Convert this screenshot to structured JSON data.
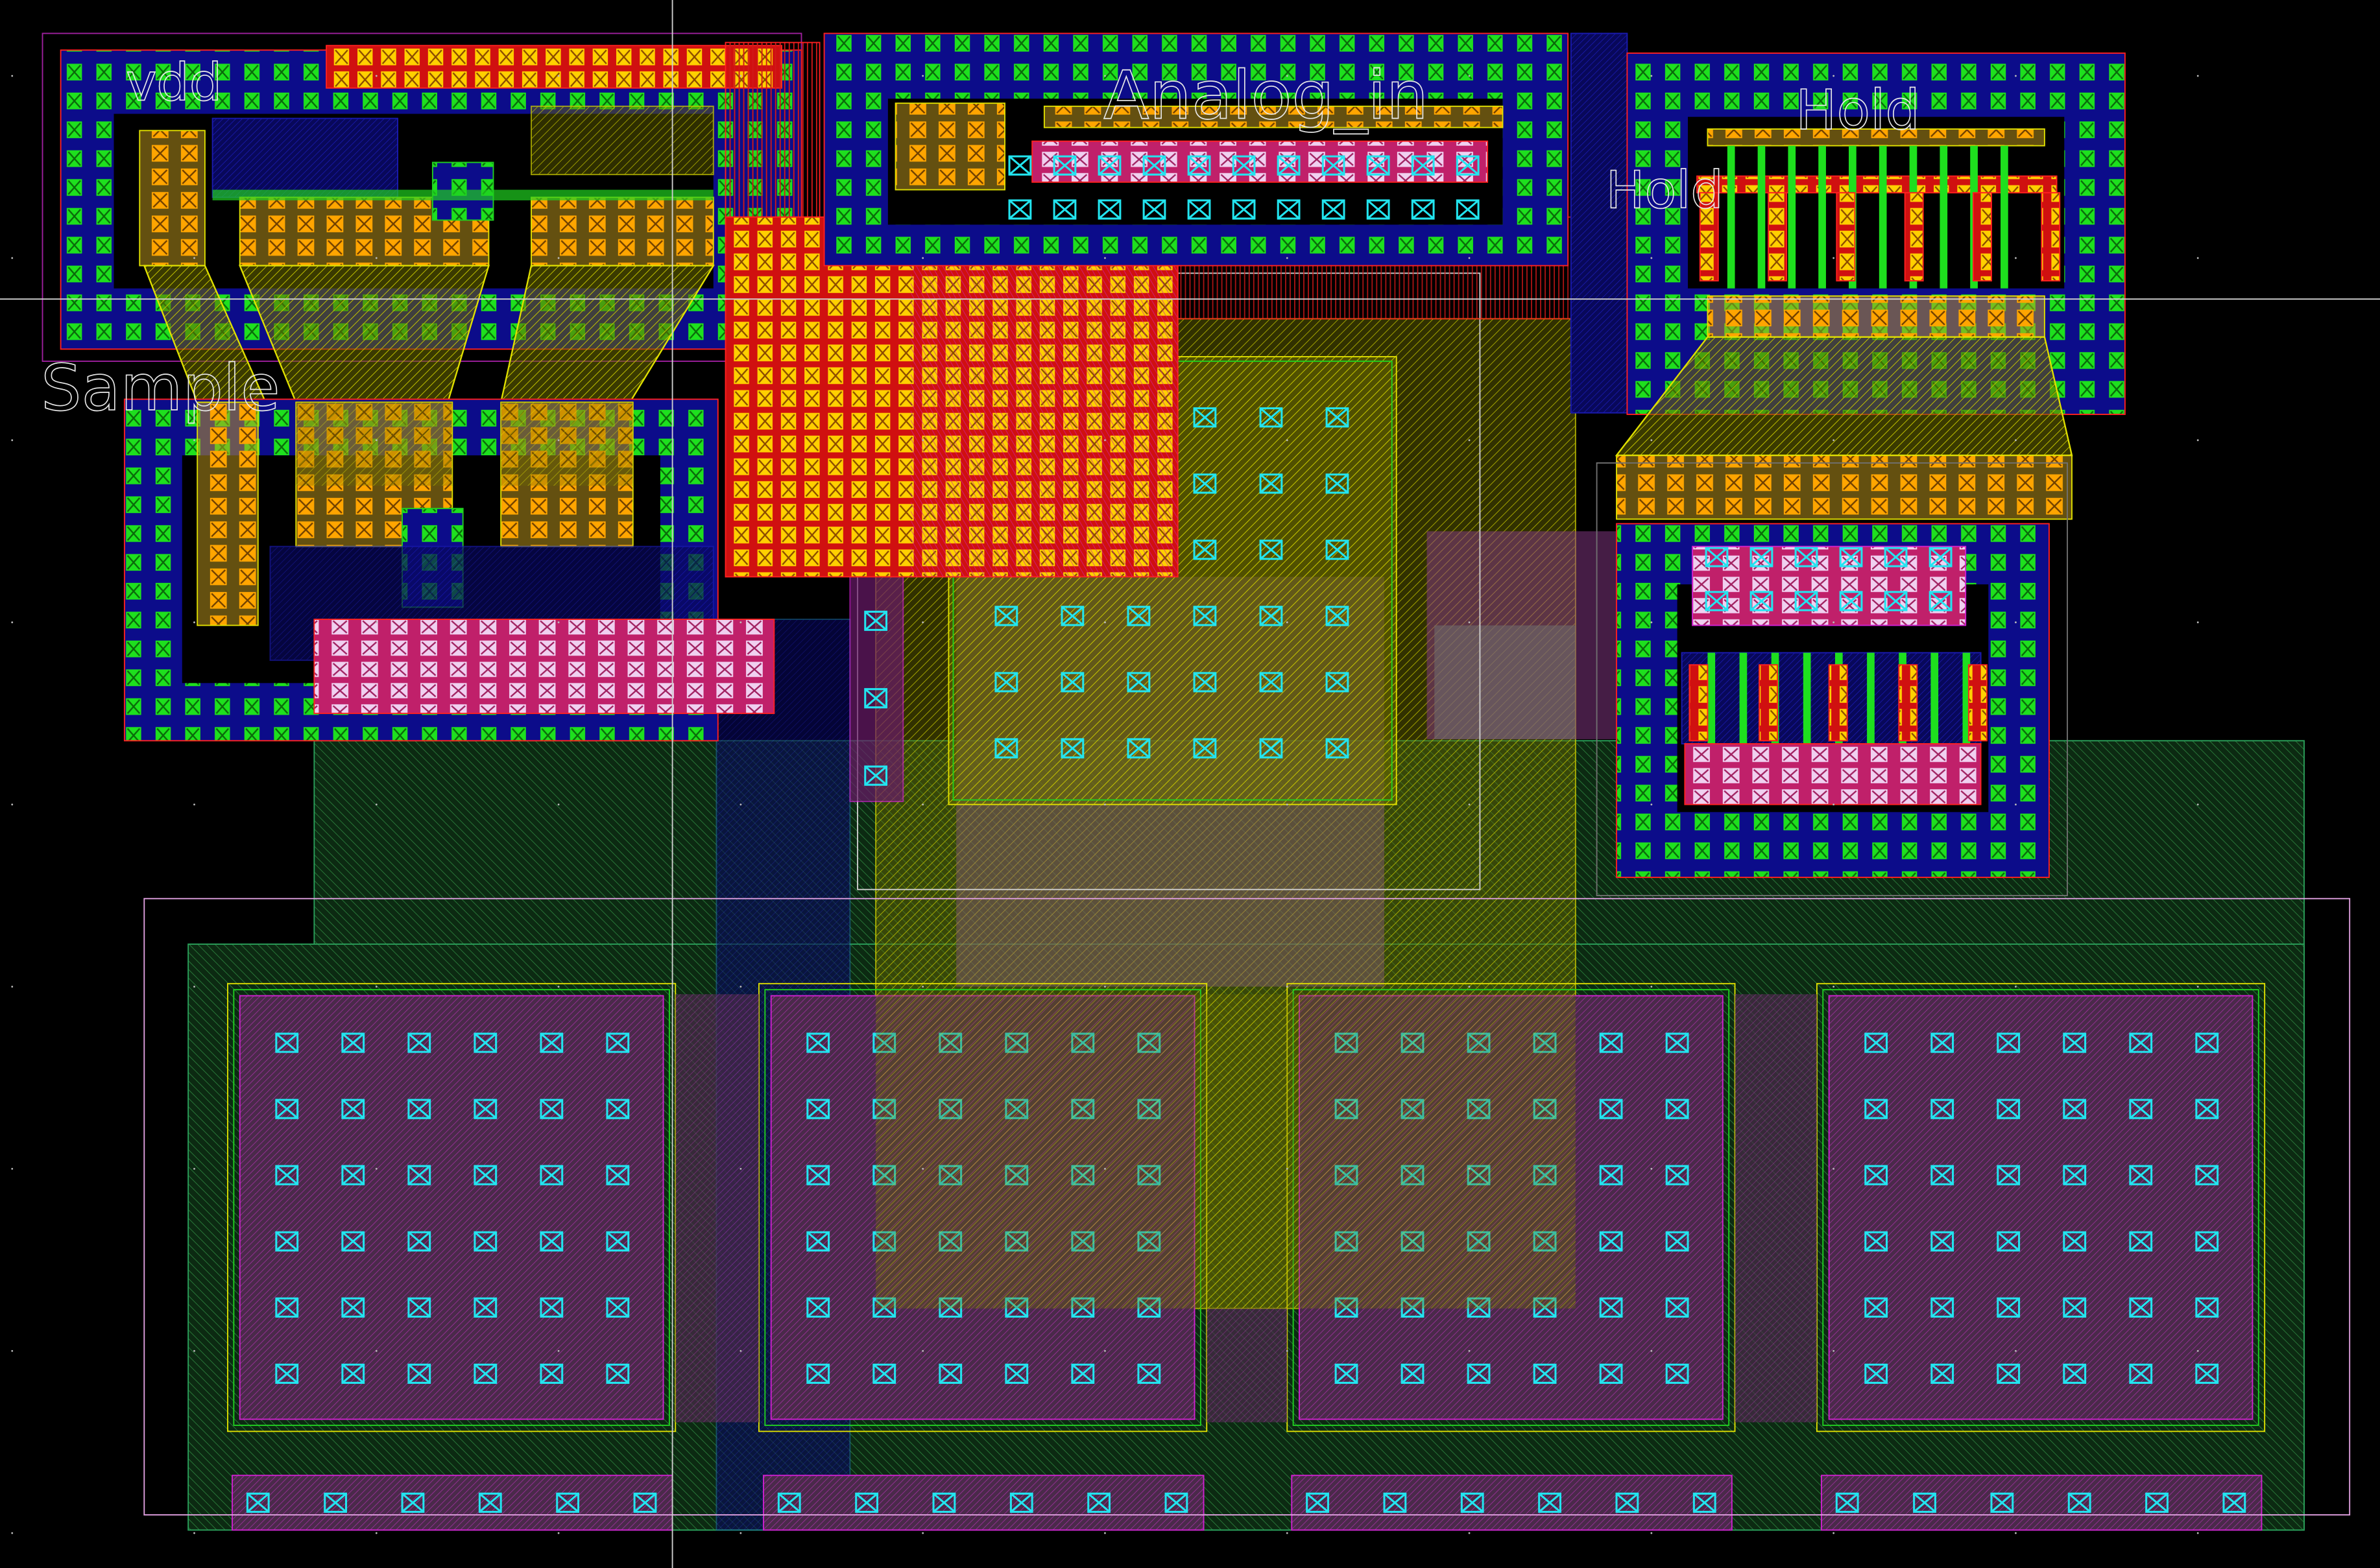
{
  "layout_labels": {
    "vdd": "vdd",
    "analog_in": "Analog_in",
    "sample": "Sample",
    "hold": "Hold",
    "hold_small": "Hold"
  },
  "layer_colors": {
    "background": "#000000",
    "nwell": "#0a0a8c",
    "contact": "#1ee01e",
    "via": "#ffa500",
    "metal_top_via": "#22e5f0",
    "poly": "#b8b800",
    "metal1": "#ff1a1a",
    "metal2": "#e020e0",
    "pad_fill": "#2a5a2a"
  }
}
